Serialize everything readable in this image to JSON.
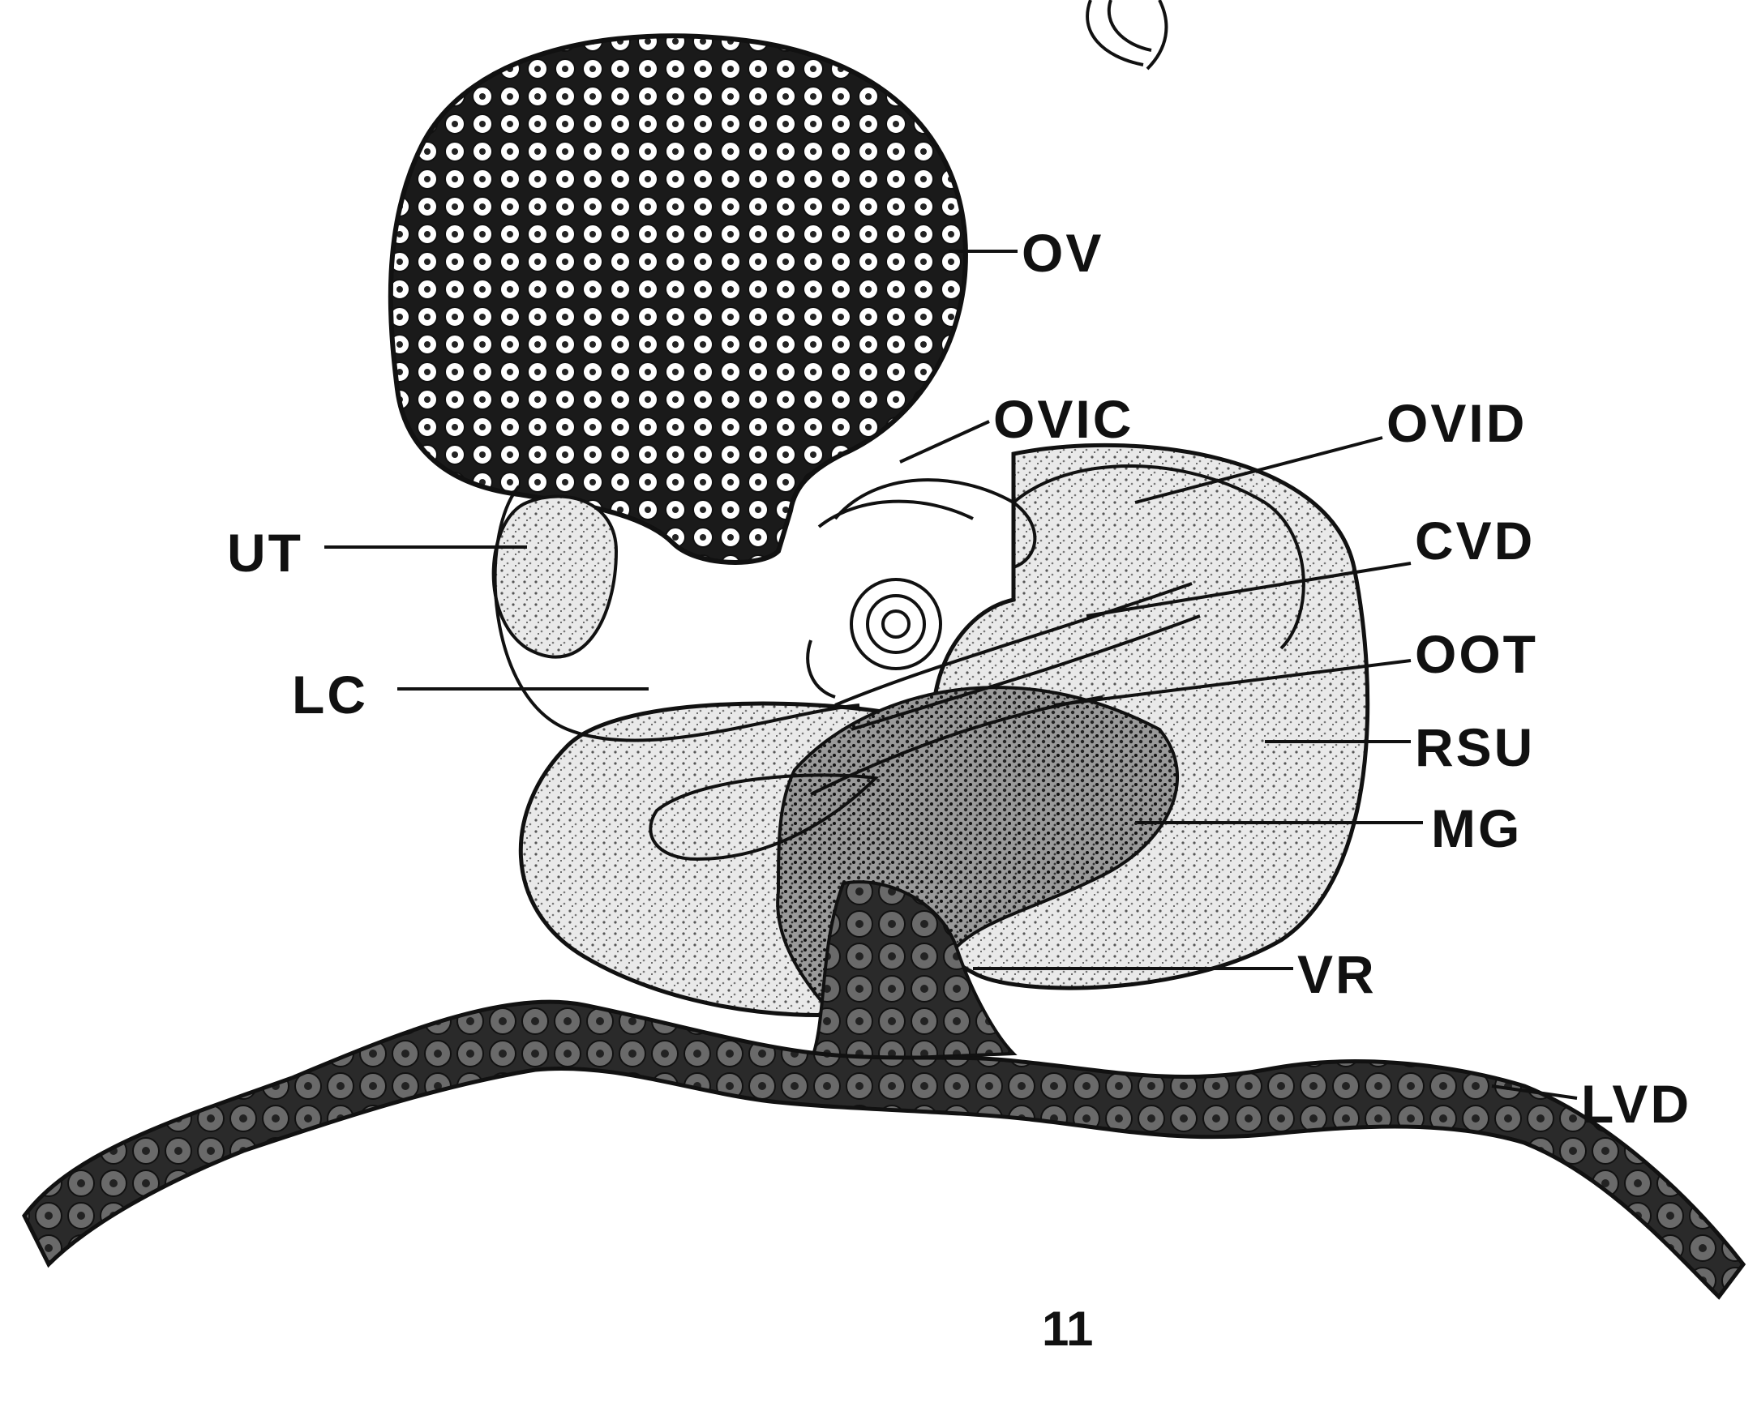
{
  "figure_number": "11",
  "labels": {
    "ov": "OV",
    "ovic": "OVIC",
    "ovid": "OVID",
    "cvd": "CVD",
    "oot": "OOT",
    "rsu": "RSU",
    "mg": "MG",
    "vr": "VR",
    "lvd": "LVD",
    "ut": "UT",
    "lc": "LC"
  }
}
